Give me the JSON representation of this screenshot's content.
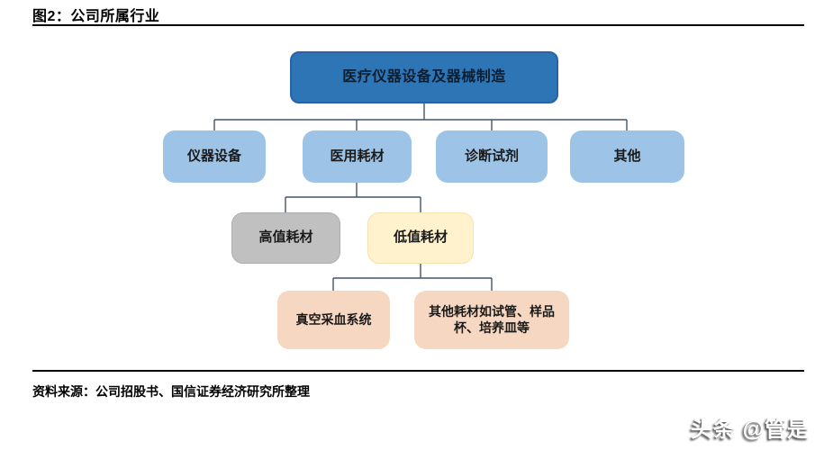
{
  "figure": {
    "title": "图2：公司所属行业",
    "source": "资料来源：公司招股书、国信证券经济研究所整理"
  },
  "watermark": {
    "text": "头条 @管是"
  },
  "colors": {
    "root_fill": "#2E75B6",
    "root_border": "#2A62A5",
    "level2_fill": "#9DC3E6",
    "gray_fill": "#C0C0C0",
    "yellow_fill": "#FFF2CC",
    "peach_fill": "#F6D7C2",
    "connector": "#44546A",
    "rule": "#000000"
  },
  "diagram": {
    "root": {
      "label": "医疗仪器设备及器械制造"
    },
    "level2": [
      {
        "label": "仪器设备"
      },
      {
        "label": "医用耗材"
      },
      {
        "label": "诊断试剂"
      },
      {
        "label": "其他"
      }
    ],
    "level3": [
      {
        "label": "高值耗材"
      },
      {
        "label": "低值耗材"
      }
    ],
    "level4": [
      {
        "label": "真空采血系统"
      },
      {
        "label": "其他耗材如试管、样品杯、培养皿等"
      }
    ]
  }
}
